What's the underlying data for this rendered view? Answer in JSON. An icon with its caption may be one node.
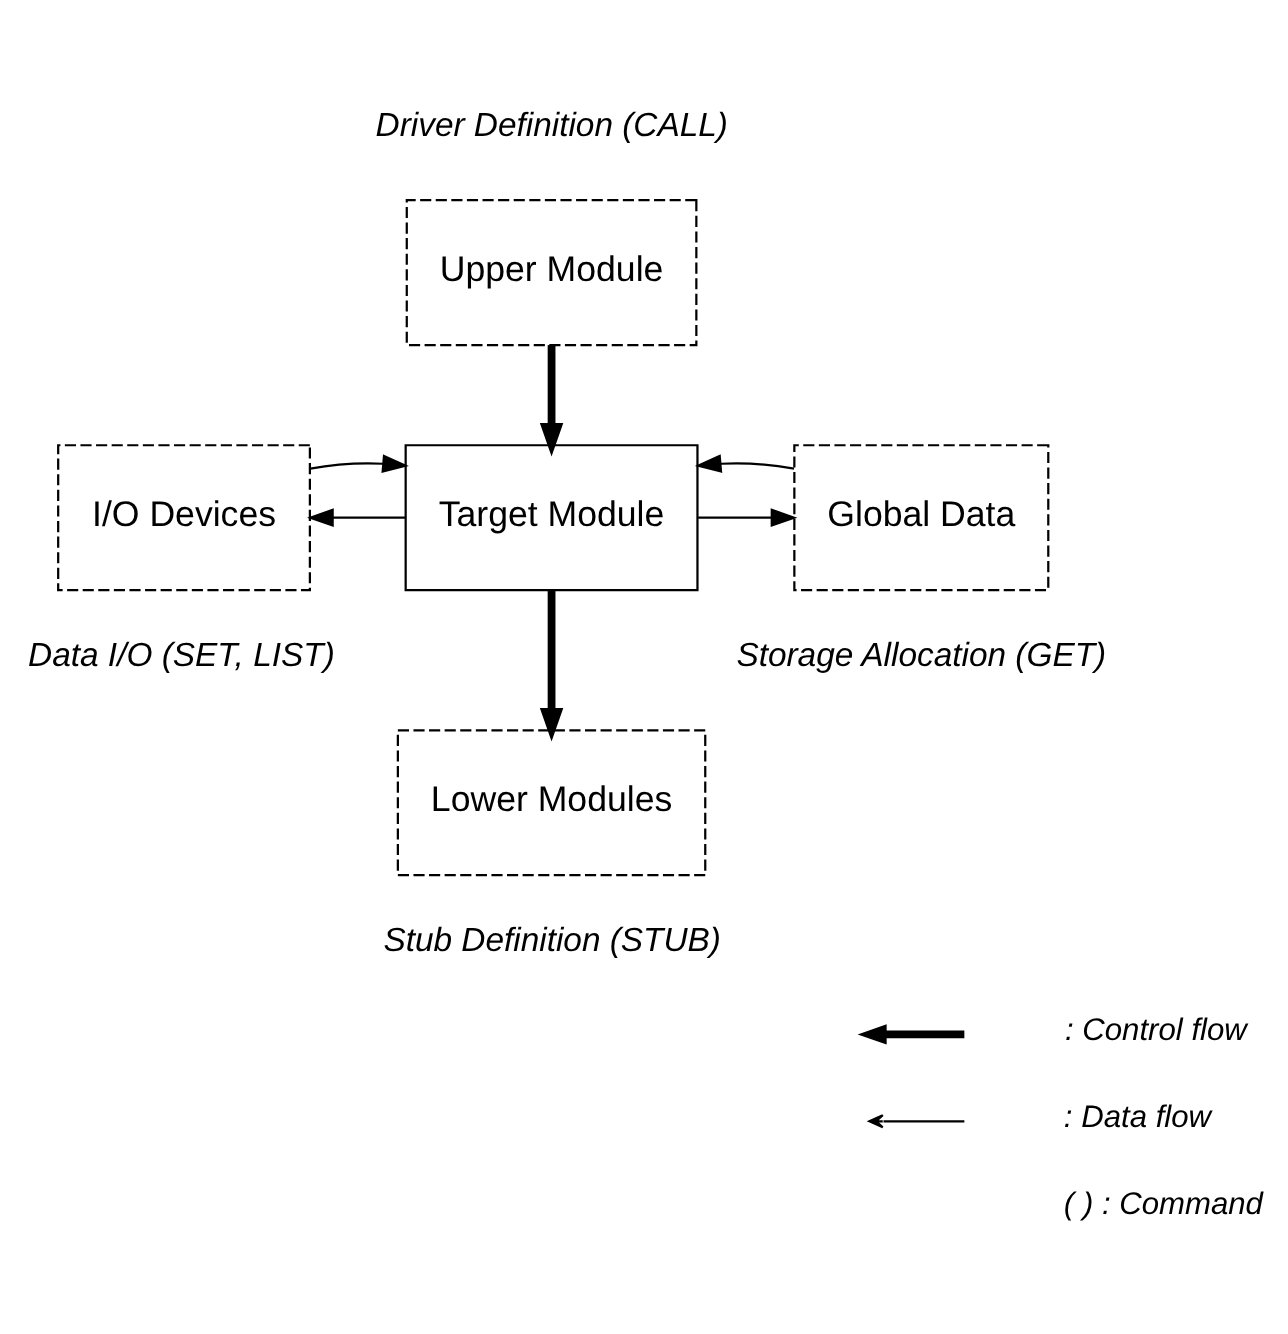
{
  "diagram": {
    "nodes": [
      {
        "text": [
          "Upper Module"
        ],
        "beside": [
          "Driver Definition (CALL)"
        ]
      },
      {
        "text": [
          "I/O Devices"
        ],
        "beside": [
          "Data I/O (SET, LIST)"
        ]
      },
      {
        "text": [
          "Target Module"
        ]
      },
      {
        "text": [
          "Global Data"
        ],
        "beside": [
          "Storage Allocation (GET)"
        ]
      },
      {
        "text": [
          "Lower Modules"
        ],
        "beside": [
          "Stub Definition (STUB)"
        ]
      }
    ],
    "edges": [
      {
        "from": 0,
        "to": 2,
        "arrow": "to",
        "style": "thick"
      },
      {
        "from": 2,
        "to": 1,
        "arrow": "to"
      },
      {
        "from": 1,
        "to": 2,
        "arrow": "to"
      },
      {
        "from": 2,
        "to": 3,
        "arrow": "to"
      },
      {
        "from": 3,
        "to": 2,
        "arrow": "to"
      },
      {
        "from": 2,
        "to": 4,
        "arrow": "to",
        "style": "thick"
      }
    ],
    "legend": [
      {
        "text": ": Control flow"
      },
      {
        "text": ": Data flow"
      },
      {
        "text": "( ) : Command"
      }
    ]
  }
}
